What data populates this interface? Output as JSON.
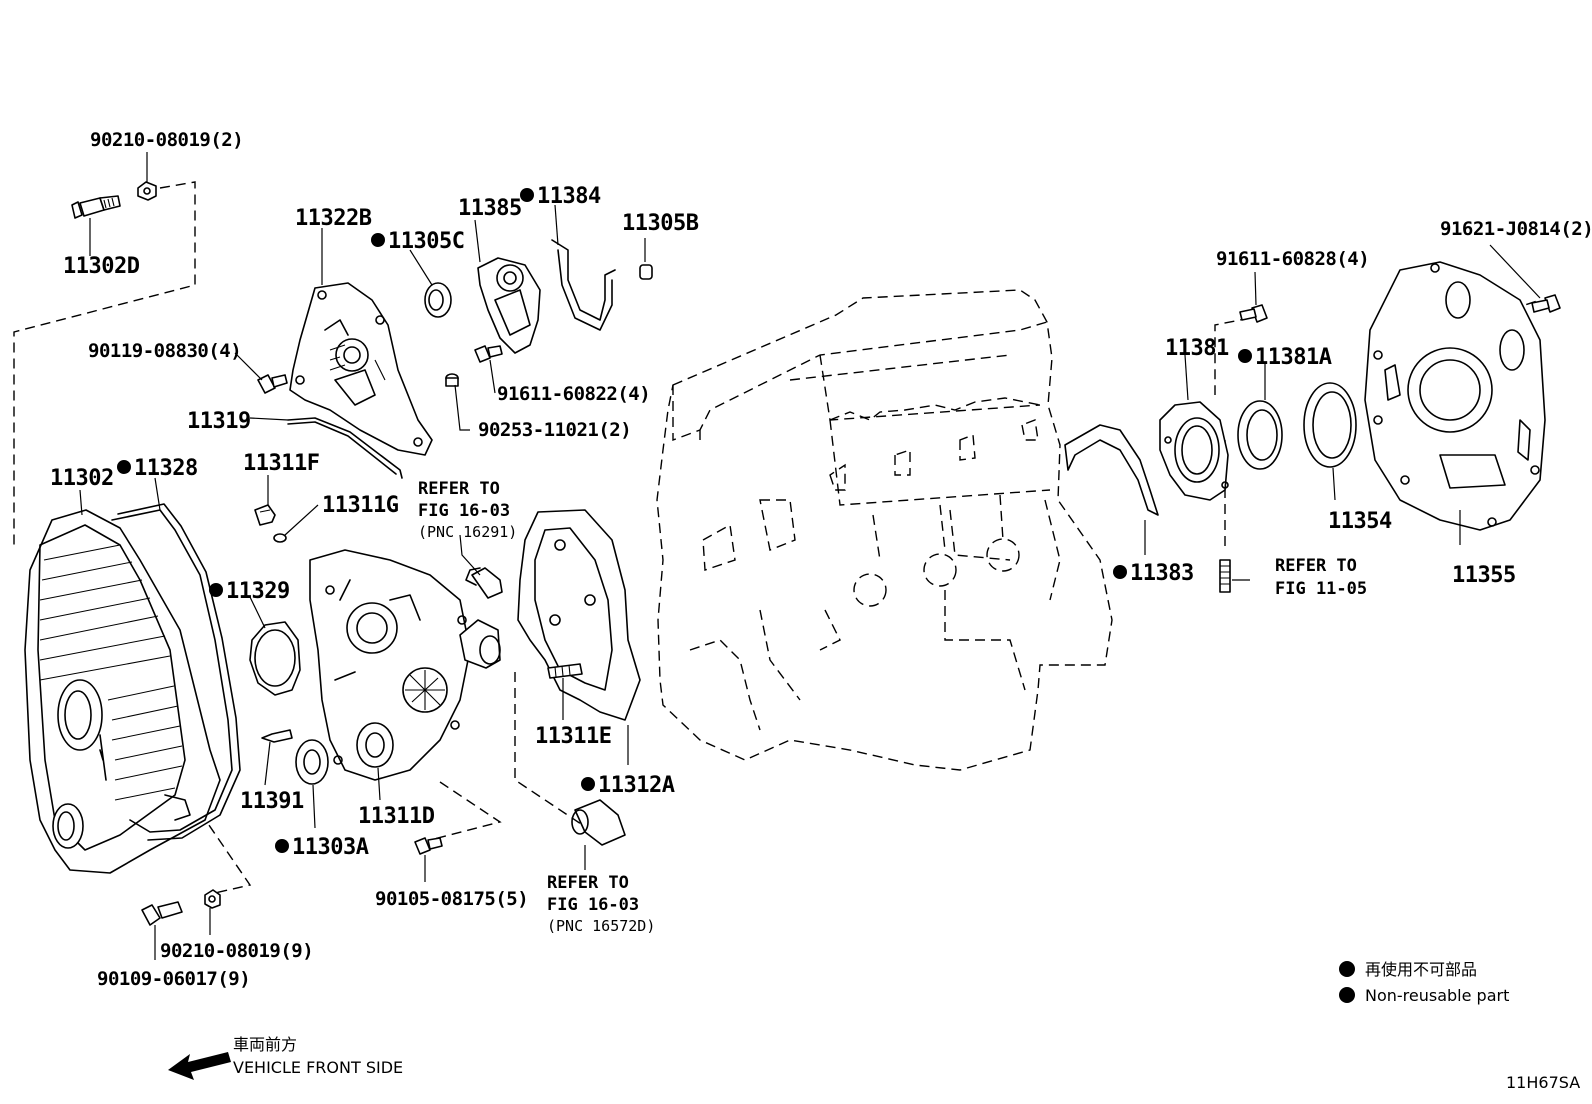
{
  "parts": {
    "p90210_08019_2": "90210-08019(2)",
    "p11302D": "11302D",
    "p11322B": "11322B",
    "p11305C": "11305C",
    "p11385": "11385",
    "p11384": "11384",
    "p11305B": "11305B",
    "p90119_08830_4": "90119-08830(4)",
    "p91611_60822_4": "91611-60822(4)",
    "p11319": "11319",
    "p90253_11021_2": "90253-11021(2)",
    "p11311F": "11311F",
    "p11311G": "11311G",
    "p11302": "11302",
    "p11328": "11328",
    "p11329": "11329",
    "p11391": "11391",
    "p11303A": "11303A",
    "p11311D": "11311D",
    "p11311E": "11311E",
    "p11312A": "11312A",
    "p90105_08175_5": "90105-08175(5)",
    "p90210_08019_9": "90210-08019(9)",
    "p90109_06017_9": "90109-06017(9)",
    "p91611_60828_4": "91611-60828(4)",
    "p91621_J0814_2": "91621-J0814(2)",
    "p11381": "11381",
    "p11381A": "11381A",
    "p11354": "11354",
    "p11355": "11355",
    "p11383": "11383"
  },
  "refs": {
    "ref1": {
      "line1": "REFER TO",
      "line2": "FIG 16-03",
      "line3": "(PNC 16291)"
    },
    "ref2": {
      "line1": "REFER TO",
      "line2": "FIG 16-03",
      "line3": "(PNC 16572D)"
    },
    "ref3": {
      "line1": "REFER TO",
      "line2": "FIG 11-05"
    }
  },
  "legend": {
    "jp": "再使用不可部品",
    "en": "Non-reusable part"
  },
  "front": {
    "jp": "車両前方",
    "en": "VEHICLE FRONT SIDE"
  },
  "diagram_code": "11H67SA"
}
